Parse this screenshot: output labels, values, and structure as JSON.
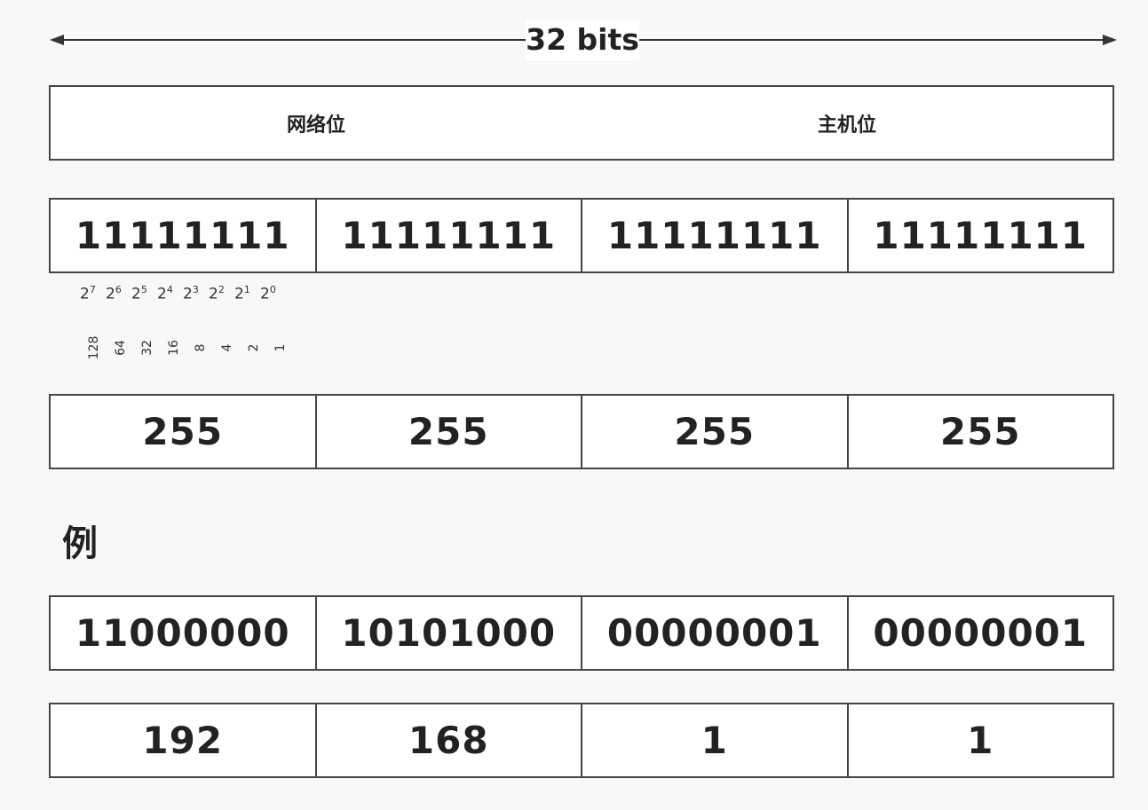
{
  "header": {
    "bits_label": "32 bits"
  },
  "sections": {
    "network": "网络位",
    "host": "主机位"
  },
  "binary_mask": [
    "11111111",
    "11111111",
    "11111111",
    "11111111"
  ],
  "powers": [
    {
      "base": "2",
      "exp": "7"
    },
    {
      "base": "2",
      "exp": "6"
    },
    {
      "base": "2",
      "exp": "5"
    },
    {
      "base": "2",
      "exp": "4"
    },
    {
      "base": "2",
      "exp": "3"
    },
    {
      "base": "2",
      "exp": "2"
    },
    {
      "base": "2",
      "exp": "1"
    },
    {
      "base": "2",
      "exp": "0"
    }
  ],
  "power_values": [
    "128",
    "64",
    "32",
    "16",
    "8",
    "4",
    "2",
    "1"
  ],
  "decimal_mask": [
    "255",
    "255",
    "255",
    "255"
  ],
  "example": {
    "label": "例",
    "binary": [
      "11000000",
      "10101000",
      "00000001",
      "00000001"
    ],
    "decimal": [
      "192",
      "168",
      "1",
      "1"
    ]
  }
}
